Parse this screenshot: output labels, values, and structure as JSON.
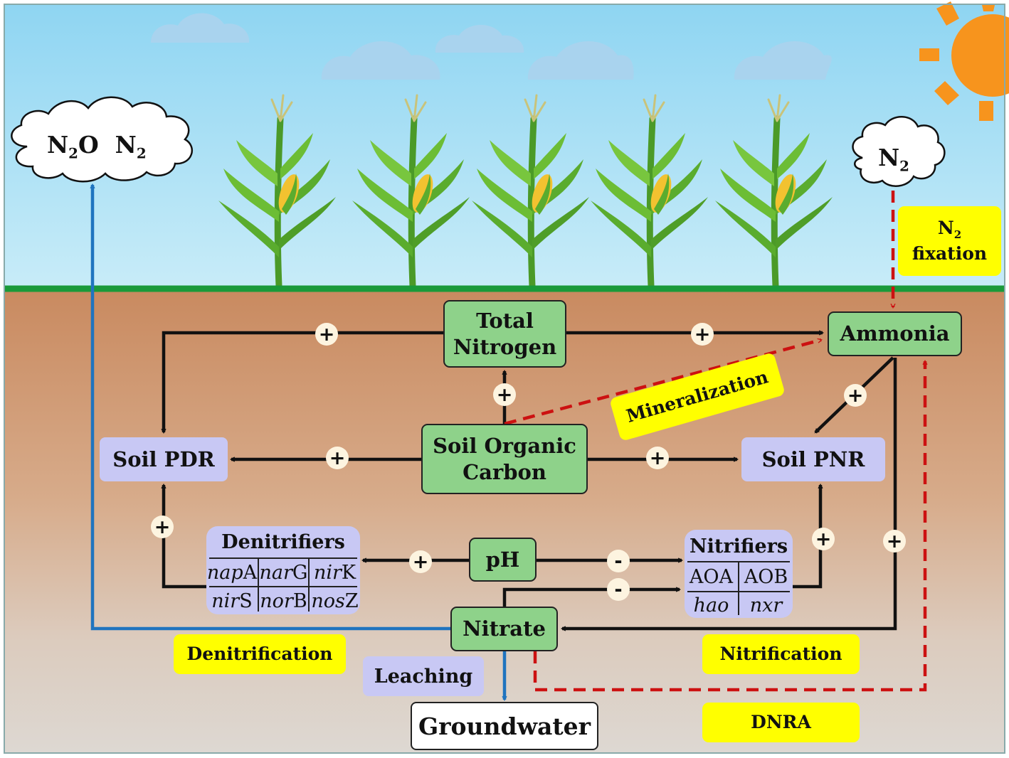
{
  "sky": {
    "left_cloud": {
      "formula_1": "N",
      "sub_1": "2",
      "formula_1_rest": "O",
      "formula_2": "N",
      "sub_2": "2"
    },
    "right_cloud": {
      "formula": "N",
      "sub": "2"
    }
  },
  "nodes": {
    "total_nitrogen": {
      "line1": "Total",
      "line2": "Nitrogen"
    },
    "ammonia": "Ammonia",
    "soil_pdr": "Soil PDR",
    "soil_organic_carbon": {
      "line1": "Soil Organic",
      "line2": "Carbon"
    },
    "soil_pnr": "Soil PNR",
    "ph": "pH",
    "nitrate": "Nitrate",
    "groundwater": "Groundwater"
  },
  "denitrifiers": {
    "title": "Denitrifiers",
    "genes": [
      {
        "italic": "nap",
        "plain": "A"
      },
      {
        "italic": "nar",
        "plain": "G"
      },
      {
        "italic": "nir",
        "plain": "K"
      },
      {
        "italic": "nir",
        "plain": "S"
      },
      {
        "italic": "nor",
        "plain": "B"
      },
      {
        "italic": "nos",
        "plain": "Z"
      }
    ]
  },
  "nitrifiers": {
    "title": "Nitrifiers",
    "cells": [
      {
        "text": "AOA",
        "italic": false
      },
      {
        "text": "AOB",
        "italic": false
      },
      {
        "text": "hao",
        "italic": true
      },
      {
        "text": "nxr",
        "italic": true
      }
    ]
  },
  "processes": {
    "n2_fixation": {
      "formula": "N",
      "sub": "2",
      "line2": "fixation"
    },
    "mineralization": "Mineralization",
    "denitrification": "Denitrification",
    "leaching": "Leaching",
    "nitrification": "Nitrification",
    "dnra": "DNRA"
  },
  "effects": {
    "tn_to_pdr": "+",
    "tn_to_ammonia": "+",
    "soc_to_tn": "+",
    "soc_to_pdr": "+",
    "soc_to_pnr": "+",
    "ammonia_to_pnr": "+",
    "denitrifiers_to_pdr": "+",
    "ph_to_denitrifiers": "+",
    "ph_to_nitrifiers": "-",
    "nitrate_to_nitrifiers": "-",
    "nitrifiers_to_pnr": "+",
    "ammonia_to_nitrate": "+"
  },
  "colors": {
    "sky_top": "#8fd5f2",
    "sky_bottom": "#c8ecf8",
    "ground_line": "#1a9a3a",
    "soil_top": "#c98a60",
    "soil_bottom": "#ddd8d2",
    "node_green": "#8ed28a",
    "node_lavender": "#c8c8f4",
    "label_yellow": "#ffff00",
    "arrow_black": "#111111",
    "arrow_blue": "#1f74bf",
    "arrow_red": "#cc1111",
    "sun": "#f7941d"
  }
}
